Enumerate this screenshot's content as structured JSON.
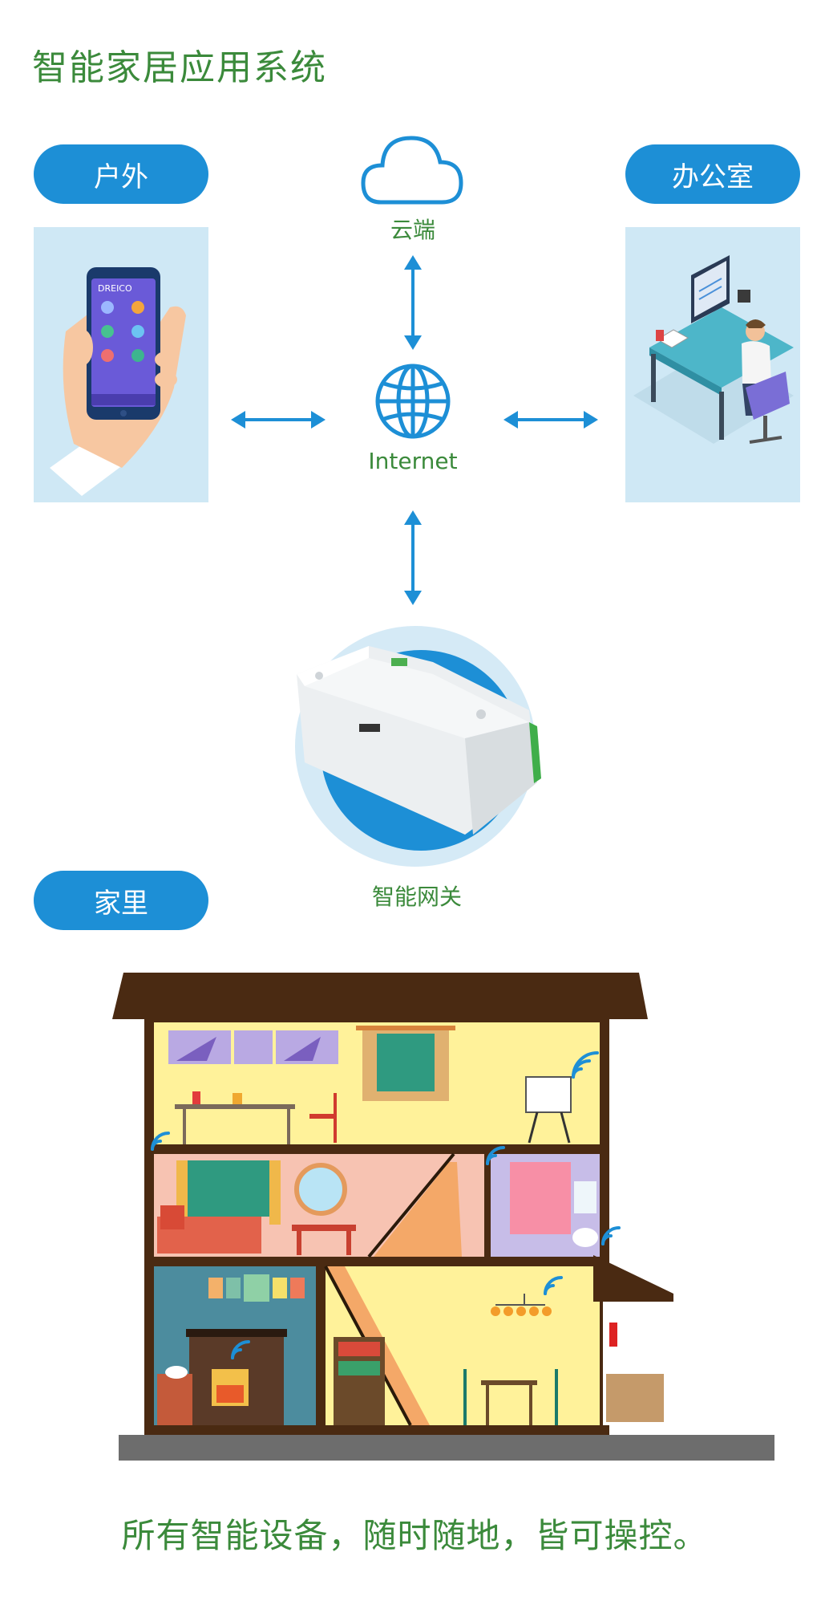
{
  "title": "智能家居应用系统",
  "labels": {
    "outdoor": "户外",
    "office": "办公室",
    "home": "家里"
  },
  "nodes": {
    "cloud": "云端",
    "internet": "Internet",
    "gateway": "智能网关"
  },
  "phone": {
    "brand": "DREICO"
  },
  "footer": "所有智能设备，随时随地，皆可操控。",
  "colors": {
    "accent_blue": "#1d8fd6",
    "text_green": "#3b8a3b",
    "panel_bg": "#cfe8f5"
  }
}
